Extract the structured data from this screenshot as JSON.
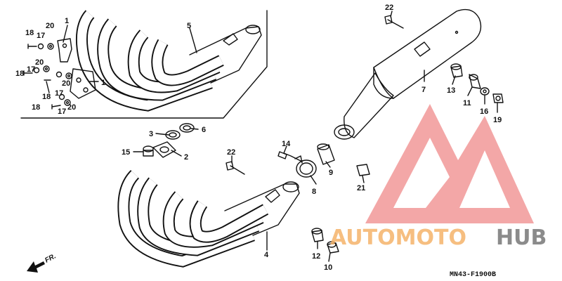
{
  "diagram": {
    "callouts": [
      {
        "id": "c1a",
        "label": "1"
      },
      {
        "id": "c1b",
        "label": "1"
      },
      {
        "id": "c2",
        "label": "2"
      },
      {
        "id": "c3",
        "label": "3"
      },
      {
        "id": "c4",
        "label": "4"
      },
      {
        "id": "c5",
        "label": "5"
      },
      {
        "id": "c6",
        "label": "6"
      },
      {
        "id": "c7",
        "label": "7"
      },
      {
        "id": "c8",
        "label": "8"
      },
      {
        "id": "c9",
        "label": "9"
      },
      {
        "id": "c10",
        "label": "10"
      },
      {
        "id": "c11",
        "label": "11"
      },
      {
        "id": "c12",
        "label": "12"
      },
      {
        "id": "c13",
        "label": "13"
      },
      {
        "id": "c14",
        "label": "14"
      },
      {
        "id": "c15",
        "label": "15"
      },
      {
        "id": "c16",
        "label": "16"
      },
      {
        "id": "c17a",
        "label": "17"
      },
      {
        "id": "c17b",
        "label": "17"
      },
      {
        "id": "c17c",
        "label": "17"
      },
      {
        "id": "c17d",
        "label": "17"
      },
      {
        "id": "c18a",
        "label": "18"
      },
      {
        "id": "c18b",
        "label": "18"
      },
      {
        "id": "c18c",
        "label": "18"
      },
      {
        "id": "c18d",
        "label": "18"
      },
      {
        "id": "c19",
        "label": "19"
      },
      {
        "id": "c20a",
        "label": "20"
      },
      {
        "id": "c20b",
        "label": "20"
      },
      {
        "id": "c20c",
        "label": "20"
      },
      {
        "id": "c20d",
        "label": "20"
      },
      {
        "id": "c21",
        "label": "21"
      },
      {
        "id": "c22a",
        "label": "22"
      },
      {
        "id": "c22b",
        "label": "22"
      }
    ],
    "front_label": "FR.",
    "drawing_code": "MN43-F1900B"
  },
  "watermark": {
    "brand_primary": "AUTOMOTO",
    "brand_secondary": "HUB",
    "colors": {
      "logo": "#f08a8a",
      "text_primary": "#f5b36a",
      "text_secondary": "#777777"
    }
  }
}
